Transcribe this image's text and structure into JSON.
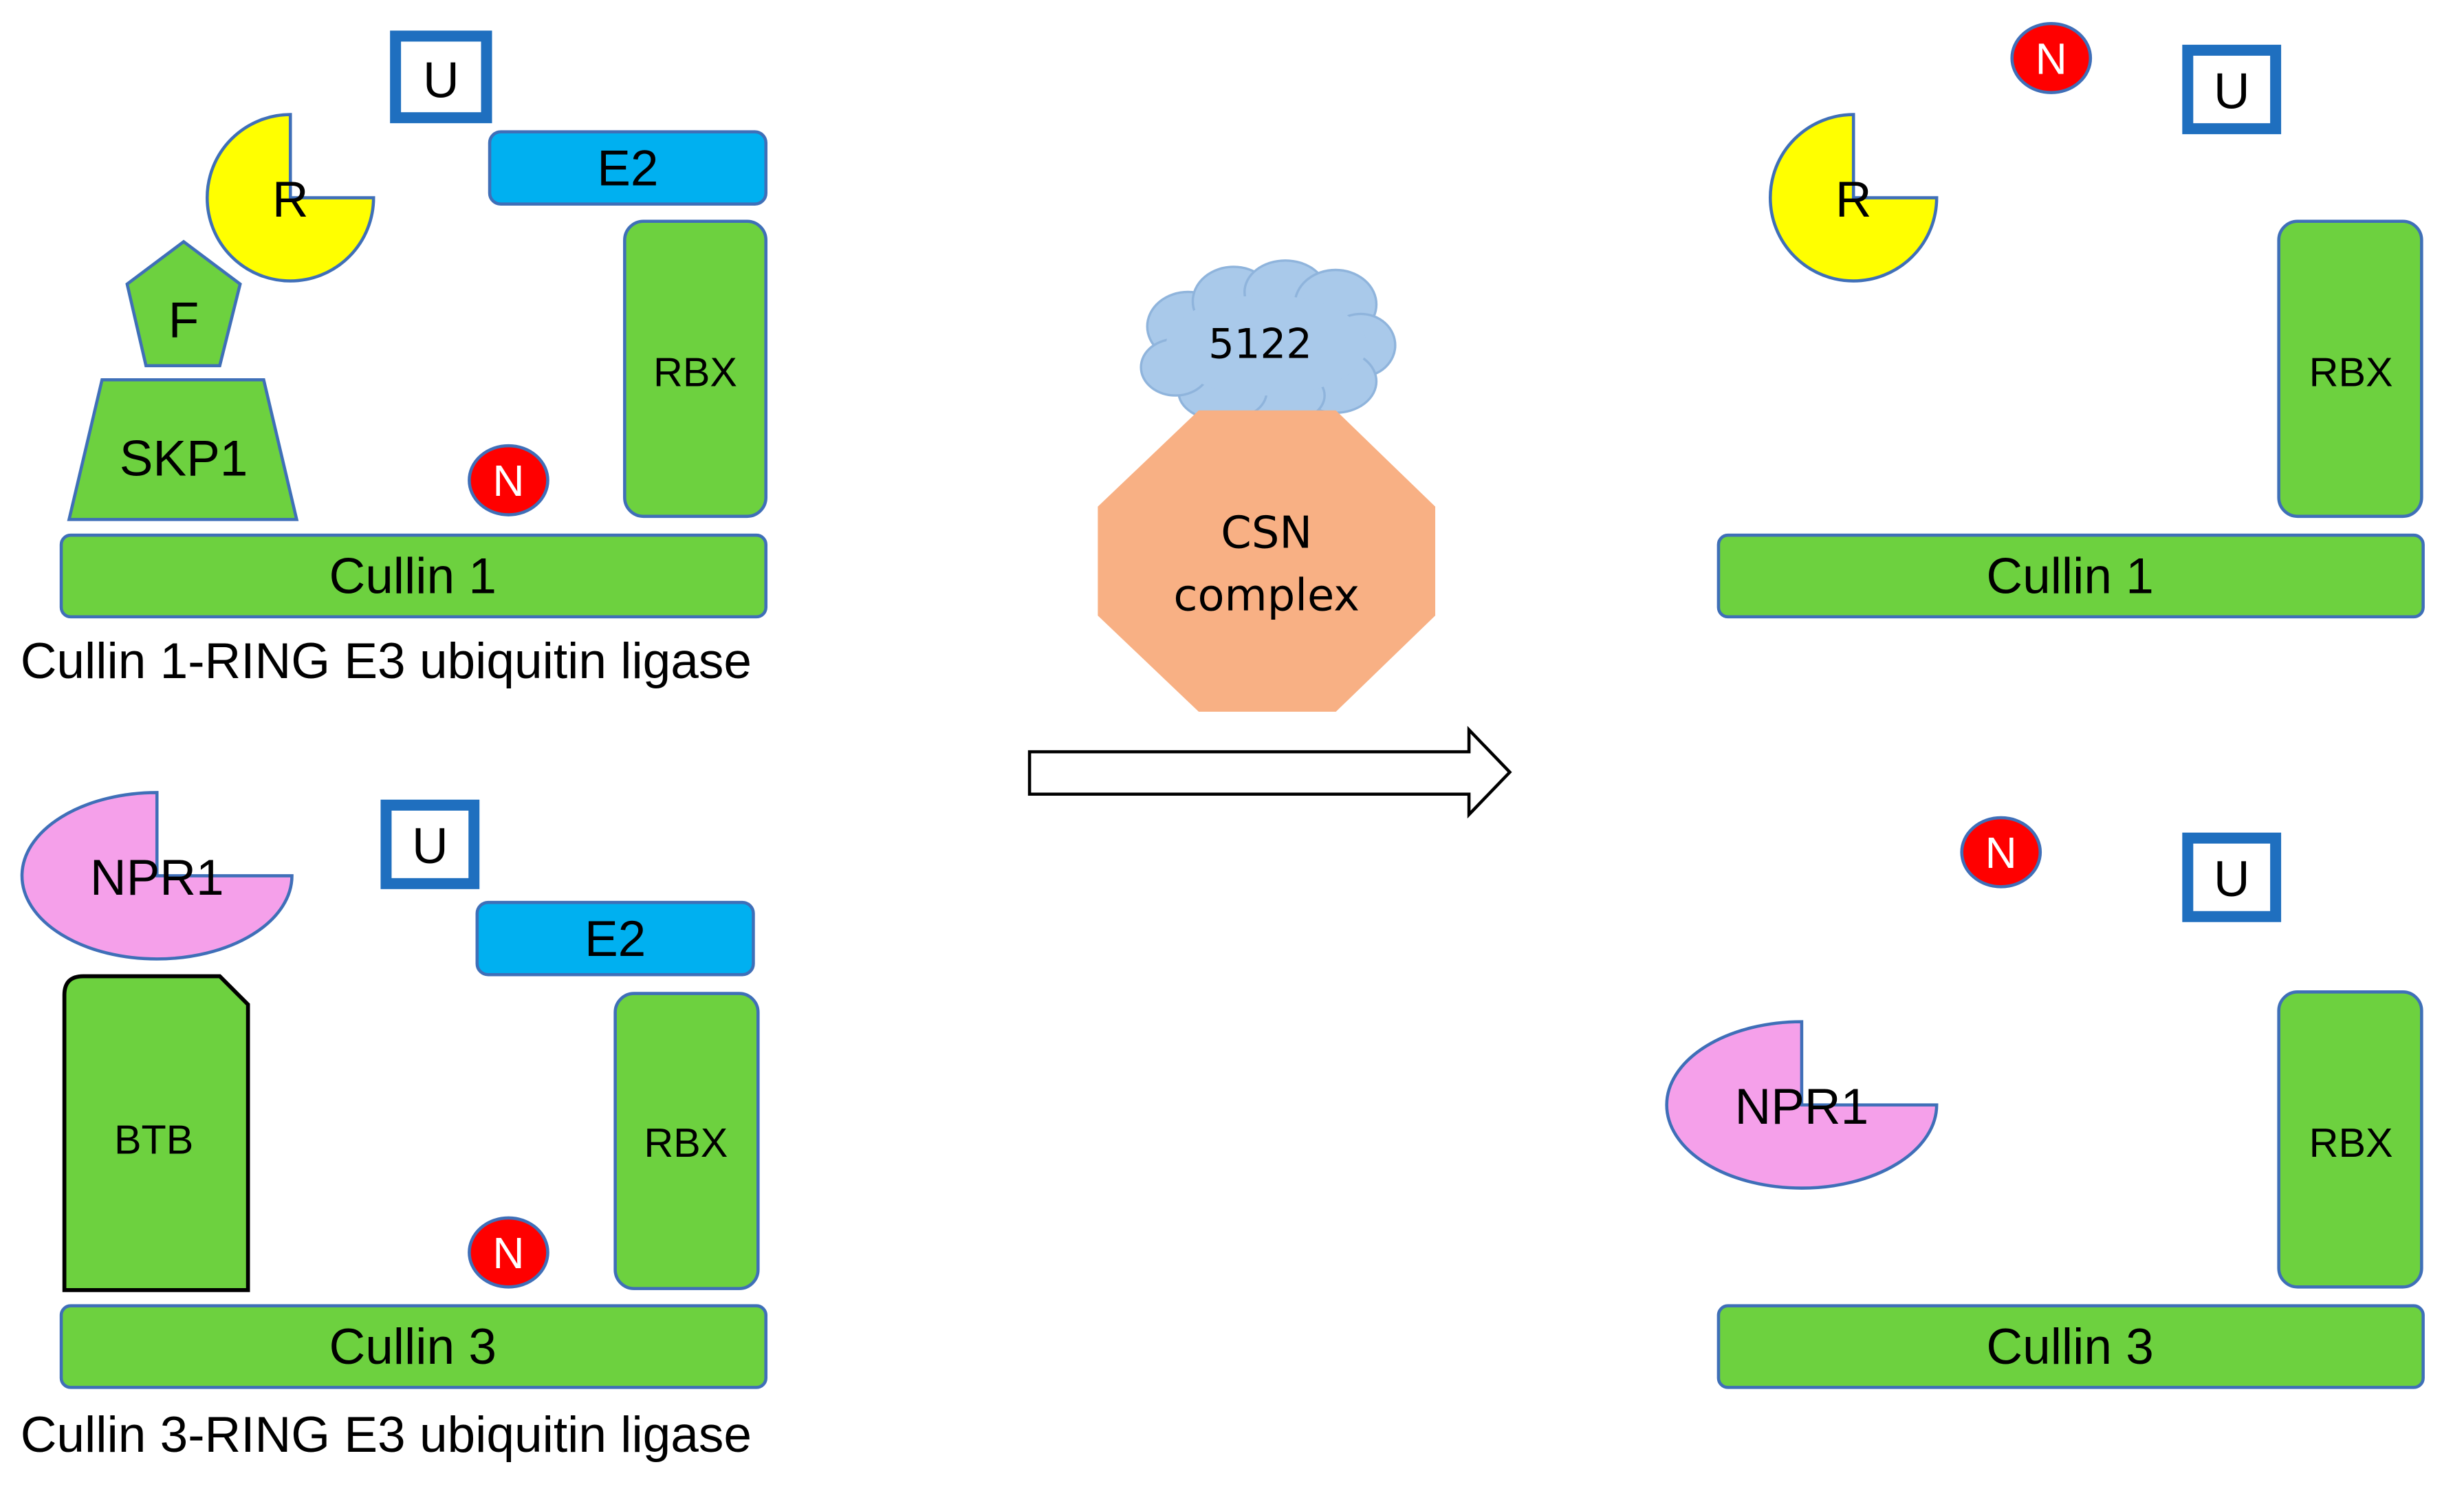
{
  "colors": {
    "green": "#6dd13f",
    "green_stroke": "#3f6fb8",
    "blue_box": "#00b0f0",
    "yellow": "#ffff00",
    "pink": "#f5a0ea",
    "red": "#ff0000",
    "orange": "#f8b084",
    "cloud": "#a9c9ea",
    "u_blue": "#1f6fbf",
    "arrow_stroke": "#000000"
  },
  "left_top": {
    "u_label": "U",
    "e2_label": "E2",
    "r_label": "R",
    "f_label": "F",
    "skp1_label": "SKP1",
    "rbx_label": "RBX",
    "n_label": "N",
    "cullin_label": "Cullin 1",
    "caption": "Cullin 1-RING E3 ubiquitin ligase"
  },
  "left_bottom": {
    "u_label": "U",
    "e2_label": "E2",
    "npr1_label": "NPR1",
    "btb_label": "BTB",
    "rbx_label": "RBX",
    "n_label": "N",
    "cullin_label": "Cullin 3",
    "caption": "Cullin 3-RING E3 ubiquitin ligase"
  },
  "middle": {
    "cloud_label": "5122",
    "csn_line1": "CSN",
    "csn_line2": "complex"
  },
  "right_top": {
    "n_label": "N",
    "u_label": "U",
    "r_label": "R",
    "rbx_label": "RBX",
    "cullin_label": "Cullin 1"
  },
  "right_bottom": {
    "n_label": "N",
    "u_label": "U",
    "npr1_label": "NPR1",
    "rbx_label": "RBX",
    "cullin_label": "Cullin 3"
  }
}
